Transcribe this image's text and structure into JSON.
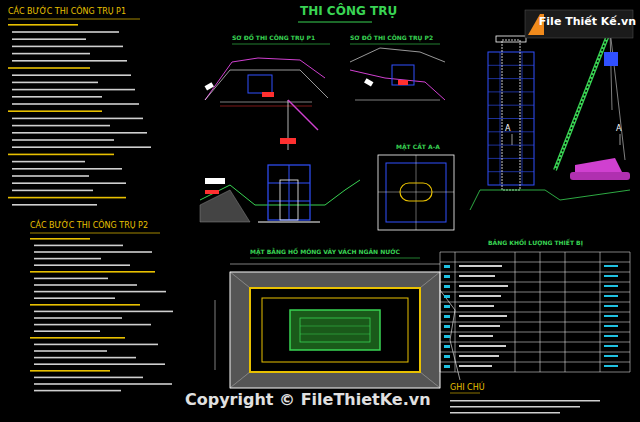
{
  "diagram": {
    "title": "THI CÔNG TRỤ",
    "labels": [
      "CÁC BƯỚC THI CÔNG TRỤ P1",
      "CÁC BƯỚC THI CÔNG TRỤ P2",
      "SƠ ĐỒ THI CÔNG TRỤ P1",
      "SƠ ĐỒ THI CÔNG TRỤ P2",
      "MẶT CẮT A-A",
      "MẶT BẰNG HỐ MÓNG VÂY VÁCH NGĂN NƯỚC",
      "BẢNG KHỐI LƯỢNG THIẾT BỊ",
      "GHI CHÚ",
      "A",
      "A",
      "File Thiết Kế.vn",
      "Copyright © FileThietKe.vn"
    ]
  }
}
